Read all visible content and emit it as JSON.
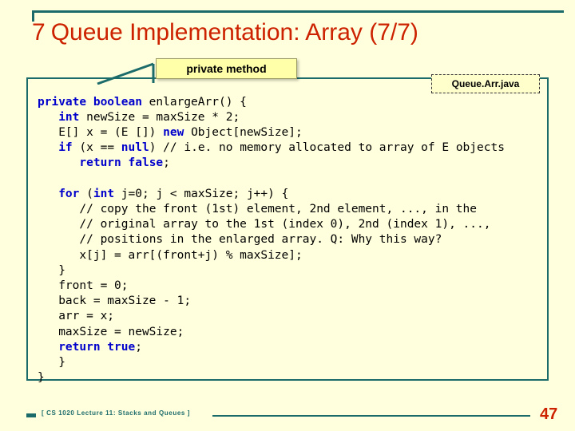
{
  "slide": {
    "number": "7",
    "title": "Queue Implementation: Array (7/7)",
    "page_number": "47",
    "footer": "[ CS 1020 Lecture 11: Stacks and Queues ]",
    "accent_color": "#cc2200",
    "rule_color": "#1c6b6b",
    "background_color": "#ffffdd"
  },
  "callouts": {
    "private_method": "private method",
    "file_name": "Queue.Arr.java"
  },
  "code": {
    "lines": [
      "private boolean enlargeArr() {",
      "   int newSize = maxSize * 2;",
      "   E[] x = (E []) new Object[newSize];",
      "   if (x == null) // i.e. no memory allocated to array of E objects",
      "      return false;",
      "",
      "   for (int j=0; j < maxSize; j++) {",
      "      // copy the front (1st) element, 2nd element, ..., in the",
      "      // original array to the 1st (index 0), 2nd (index 1), ...,",
      "      // positions in the enlarged array. Q: Why this way?",
      "      x[j] = arr[(front+j) % maxSize];",
      "   }",
      "   front = 0;",
      "   back = maxSize - 1;",
      "   arr = x;",
      "   maxSize = newSize;",
      "   return true;",
      "}",
      "}"
    ]
  }
}
